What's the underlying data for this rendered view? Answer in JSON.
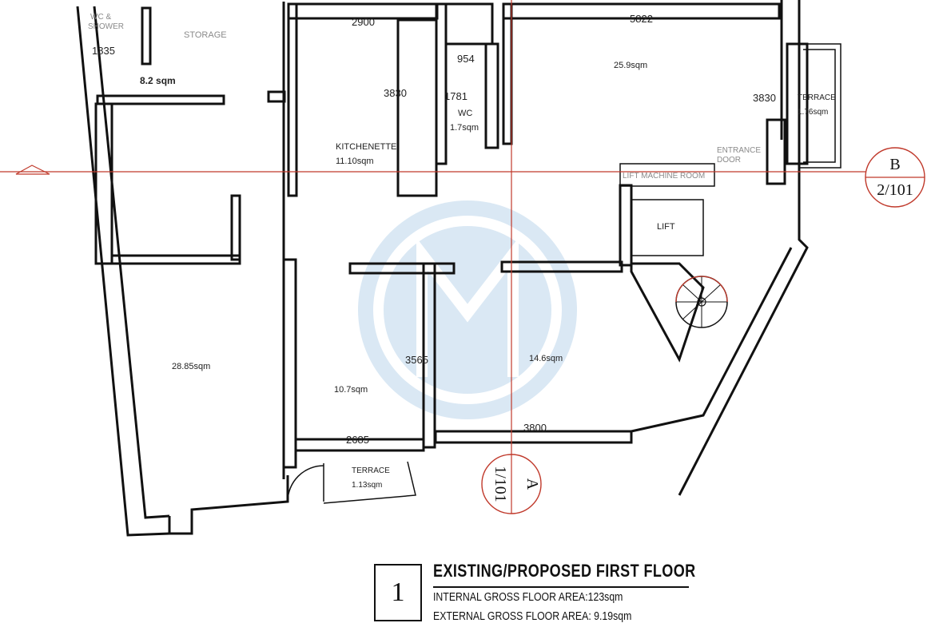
{
  "rooms": {
    "wc_shower_1": "WC &",
    "wc_shower_2": "SHOWER",
    "storage": "STORAGE",
    "storage_dim": "1835",
    "storage_area": "8.2 sqm",
    "kitchenette_width": "2900",
    "kitchenette_depth": "3830",
    "kitchenette_name": "KITCHENETTE",
    "kitchenette_area": "11.10sqm",
    "wc_dim_w": "954",
    "wc_dim_h": "1781",
    "wc_name": "WC",
    "wc_area": "1.7sqm",
    "living_width": "5822",
    "living_area": "25.9sqm",
    "living_depth": "3830",
    "terrace_right_name": "TERRACE",
    "terrace_right_area": "1.76sqm",
    "entrance_1": "ENTRANCE",
    "entrance_2": "DOOR",
    "lift_machine_room": "LIFT MACHINE ROOM",
    "lift": "LIFT",
    "large_room_area": "28.85sqm",
    "room_mid_area": "10.7sqm",
    "room_mid_depth": "3565",
    "room_mid_width": "2685",
    "room_right_area": "14.6sqm",
    "room_right_width": "3800",
    "terrace_bottom_name": "TERRACE",
    "terrace_bottom_area": "1.13sqm"
  },
  "sections": {
    "b_letter": "B",
    "b_ref": "2/101",
    "a_letter": "A",
    "a_ref": "1/101"
  },
  "title_block": {
    "number": "1",
    "title": "EXISTING/PROPOSED FIRST FLOOR",
    "line1": "INTERNAL GROSS FLOOR AREA:123sqm",
    "line2": "EXTERNAL GROSS FLOOR AREA: 9.19sqm"
  },
  "colors": {
    "watermark": "#d6e6f3",
    "section_line": "#c0392b"
  }
}
